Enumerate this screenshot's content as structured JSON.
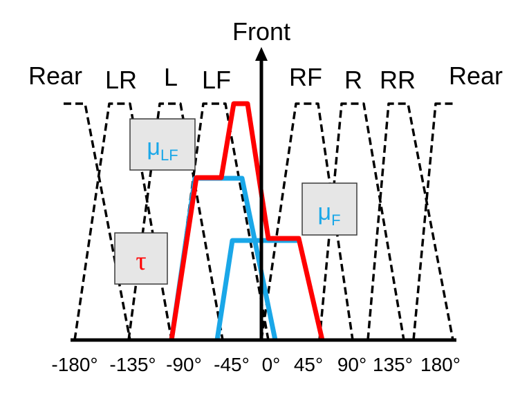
{
  "title": "Front",
  "region_labels": [
    "Rear",
    "LR",
    "L",
    "LF",
    "RF",
    "R",
    "RR",
    "Rear"
  ],
  "tick_labels": [
    "-180°",
    "-135°",
    "-90°",
    "-45°",
    "0°",
    "45°",
    "90°",
    "135°",
    "180°"
  ],
  "boxes": {
    "mu_lf": {
      "symbol": "μ",
      "subscript": "LF"
    },
    "mu_f": {
      "symbol": "μ",
      "subscript": "F"
    },
    "tau": {
      "symbol": "τ"
    }
  },
  "colors": {
    "membership": "#000000",
    "tau_curve": "#ff0000",
    "mu_curves": "#1aa7e8",
    "box_fill": "#e6e6e6"
  }
}
